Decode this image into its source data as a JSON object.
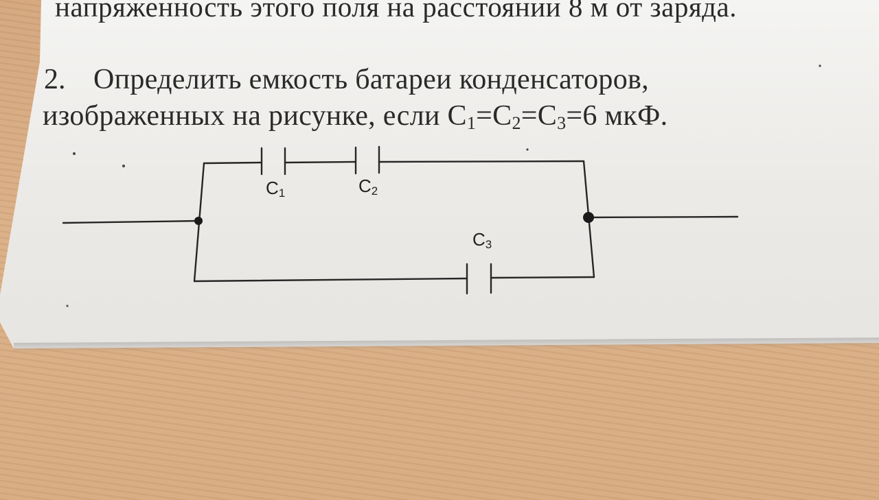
{
  "problem_prev": {
    "line": "напряженность этого поля на расстоянии 8 м от заряда."
  },
  "problem": {
    "number": "2.",
    "line1": "Определить емкость батареи конденсаторов,",
    "line2_start": "изображенных на рисунке, если C",
    "eq1": "=C",
    "eq2": "=C",
    "line2_end": "=6 мкФ.",
    "sub1": "1",
    "sub2": "2",
    "sub3": "3"
  },
  "circuit": {
    "capacitors": [
      {
        "label": "C",
        "sub": "1"
      },
      {
        "label": "C",
        "sub": "2"
      },
      {
        "label": "C",
        "sub": "3"
      }
    ]
  }
}
